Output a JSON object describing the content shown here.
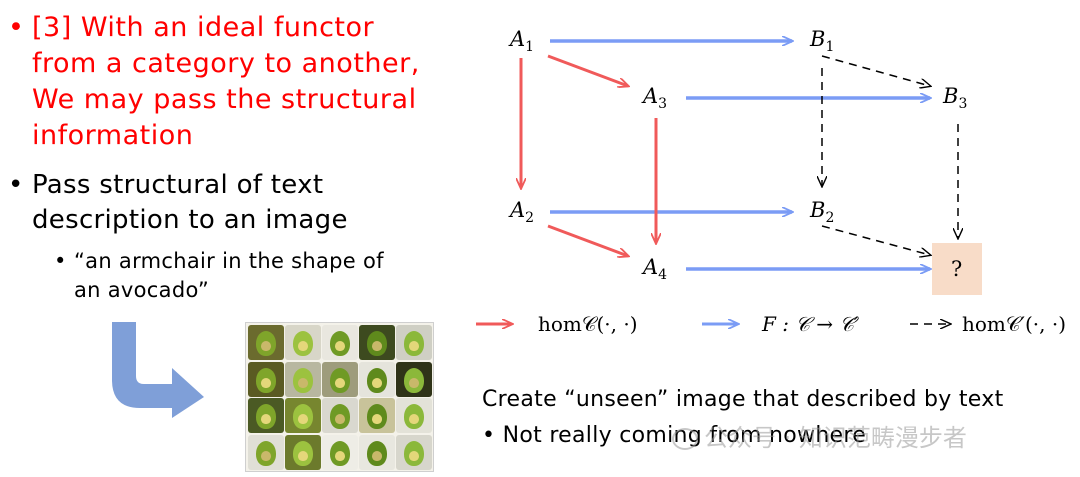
{
  "left": {
    "b1": {
      "lines": [
        "[3] With an ideal functor",
        "from a category to another,",
        "We may pass the structural",
        "information"
      ]
    },
    "b2": {
      "lines": [
        "Pass structural of text",
        "description to an image"
      ]
    },
    "b3": {
      "lines": [
        "“an armchair in the shape of",
        "an avocado”"
      ]
    }
  },
  "diagram": {
    "nodes": {
      "A1": {
        "base": "A",
        "sub": "1"
      },
      "B1": {
        "base": "B",
        "sub": "1"
      },
      "A3": {
        "base": "A",
        "sub": "3"
      },
      "B3": {
        "base": "B",
        "sub": "3"
      },
      "A2": {
        "base": "A",
        "sub": "2"
      },
      "B2": {
        "base": "B",
        "sub": "2"
      },
      "A4": {
        "base": "A",
        "sub": "4"
      },
      "Q": "?"
    },
    "legend": {
      "red": "hom𝒞(·, ·)",
      "blue": "F : 𝒞 → 𝒞′",
      "dashed": "hom𝒞′(·, ·)"
    },
    "colors": {
      "red": "#f05a5a",
      "blue": "#7b9cf5",
      "dashed": "#000000",
      "highlight": "#f8dcc8"
    }
  },
  "caption": {
    "line1": "Create “unseen” image that described by text",
    "line2": "Not really coming from nowhere"
  },
  "watermark": "公众号 · 知识范畴漫步者",
  "icons": {
    "down_right_arrow": "curved-arrow-icon",
    "bullet": "•"
  }
}
